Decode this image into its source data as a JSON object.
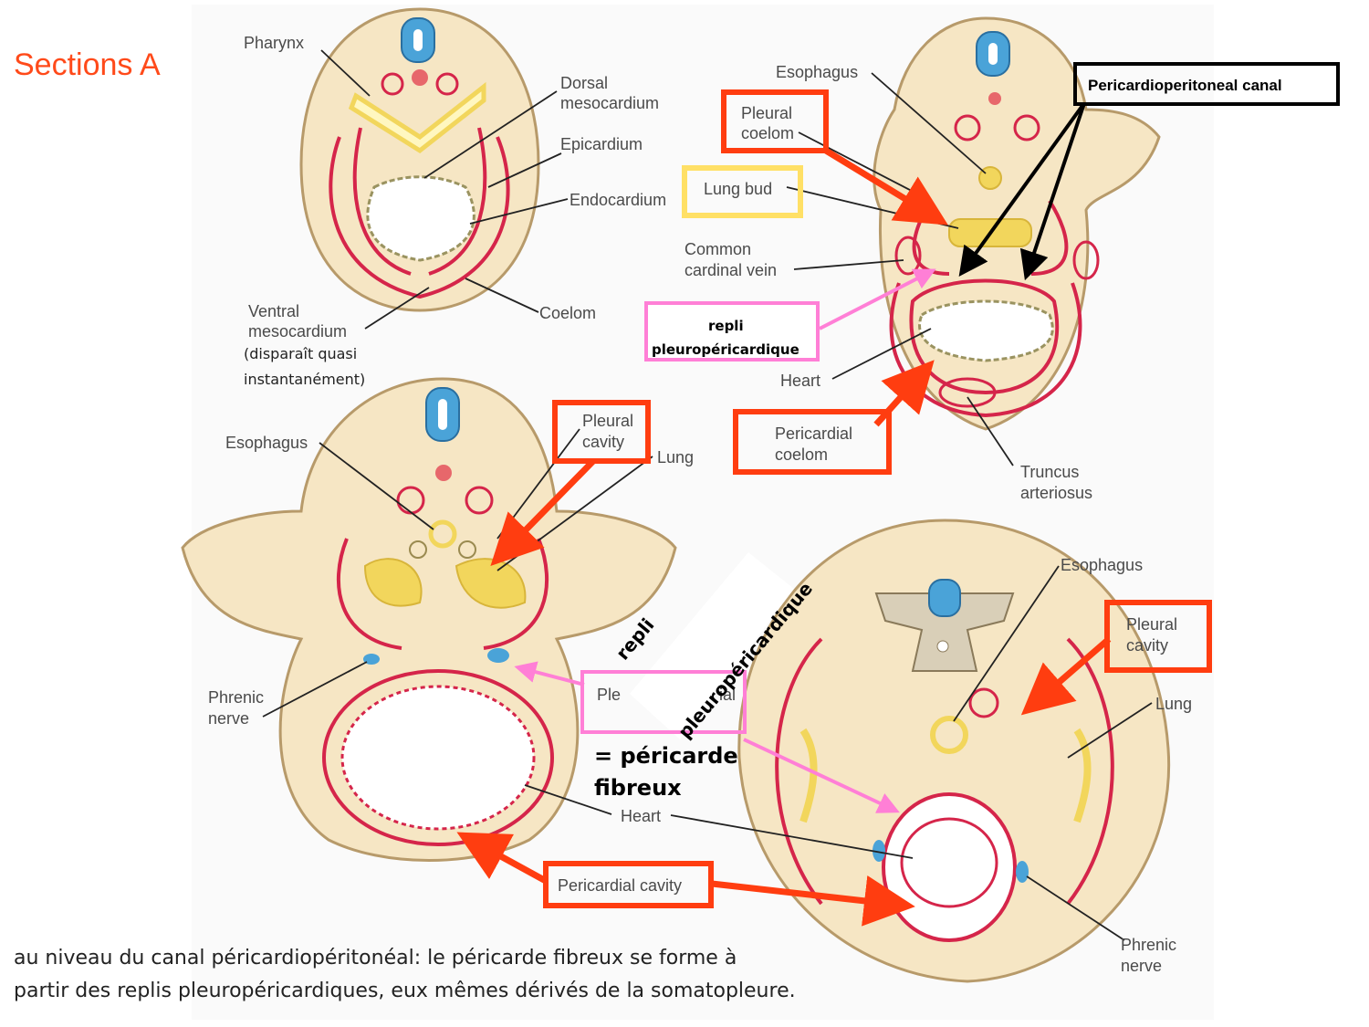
{
  "title": "Sections A",
  "caption": {
    "line1": "au niveau du canal péricardiopéritonéal: le péricarde fibreux se forme à",
    "line2": "partir des replis pleuropéricardiques, eux mêmes dérivés de la somatopleure."
  },
  "panel_a": {
    "pharynx": "Pharynx",
    "dorsal_mesocardium_1": "Dorsal",
    "dorsal_mesocardium_2": "mesocardium",
    "epicardium": "Epicardium",
    "endocardium": "Endocardium",
    "ventral_mesocardium_1": "Ventral",
    "ventral_mesocardium_2": "mesocardium",
    "ventral_note_1": "(disparaît quasi",
    "ventral_note_2": "instantanément)",
    "coelom": "Coelom"
  },
  "panel_b": {
    "esophagus": "Esophagus",
    "pericardioperitoneal_canal": "Pericardioperitoneal canal",
    "pleural_coelom_1": "Pleural",
    "pleural_coelom_2": "coelom",
    "lung_bud": "Lung bud",
    "common_cardinal_vein_1": "Common",
    "common_cardinal_vein_2": "cardinal vein",
    "repli_1": "repli",
    "repli_2": "pleuropéricardique",
    "heart": "Heart",
    "pericardial_coelom_1": "Pericardial",
    "pericardial_coelom_2": "coelom",
    "truncus_1": "Truncus",
    "truncus_2": "arteriosus"
  },
  "panel_c": {
    "esophagus": "Esophagus",
    "pleural_cavity_1": "Pleural",
    "pleural_cavity_2": "cavity",
    "lung": "Lung",
    "phrenic_nerve_1": "Phrenic",
    "phrenic_nerve_2": "nerve",
    "pleuropericardial_partial": "Ple",
    "pleuropericardial_partial_end": "ial",
    "repli_rot_1": "repli",
    "repli_rot_2": "pleuropéricardique",
    "pericarde_1": "= péricarde",
    "pericarde_2": "fibreux",
    "heart": "Heart",
    "pericardial_cavity": "Pericardial cavity"
  },
  "panel_d": {
    "esophagus": "Esophagus",
    "pleural_cavity_1": "Pleural",
    "pleural_cavity_2": "cavity",
    "lung": "Lung",
    "phrenic_nerve_1": "Phrenic",
    "phrenic_nerve_2": "nerve"
  },
  "colors": {
    "tissue": "#f6e6c4",
    "outline": "#b79a6a",
    "membrane": "#d5254a",
    "yellow": "#f2d65c",
    "blue": "#4aa3d8",
    "arrow_red": "#ff3d10",
    "arrow_pink": "#ff7fd6"
  }
}
